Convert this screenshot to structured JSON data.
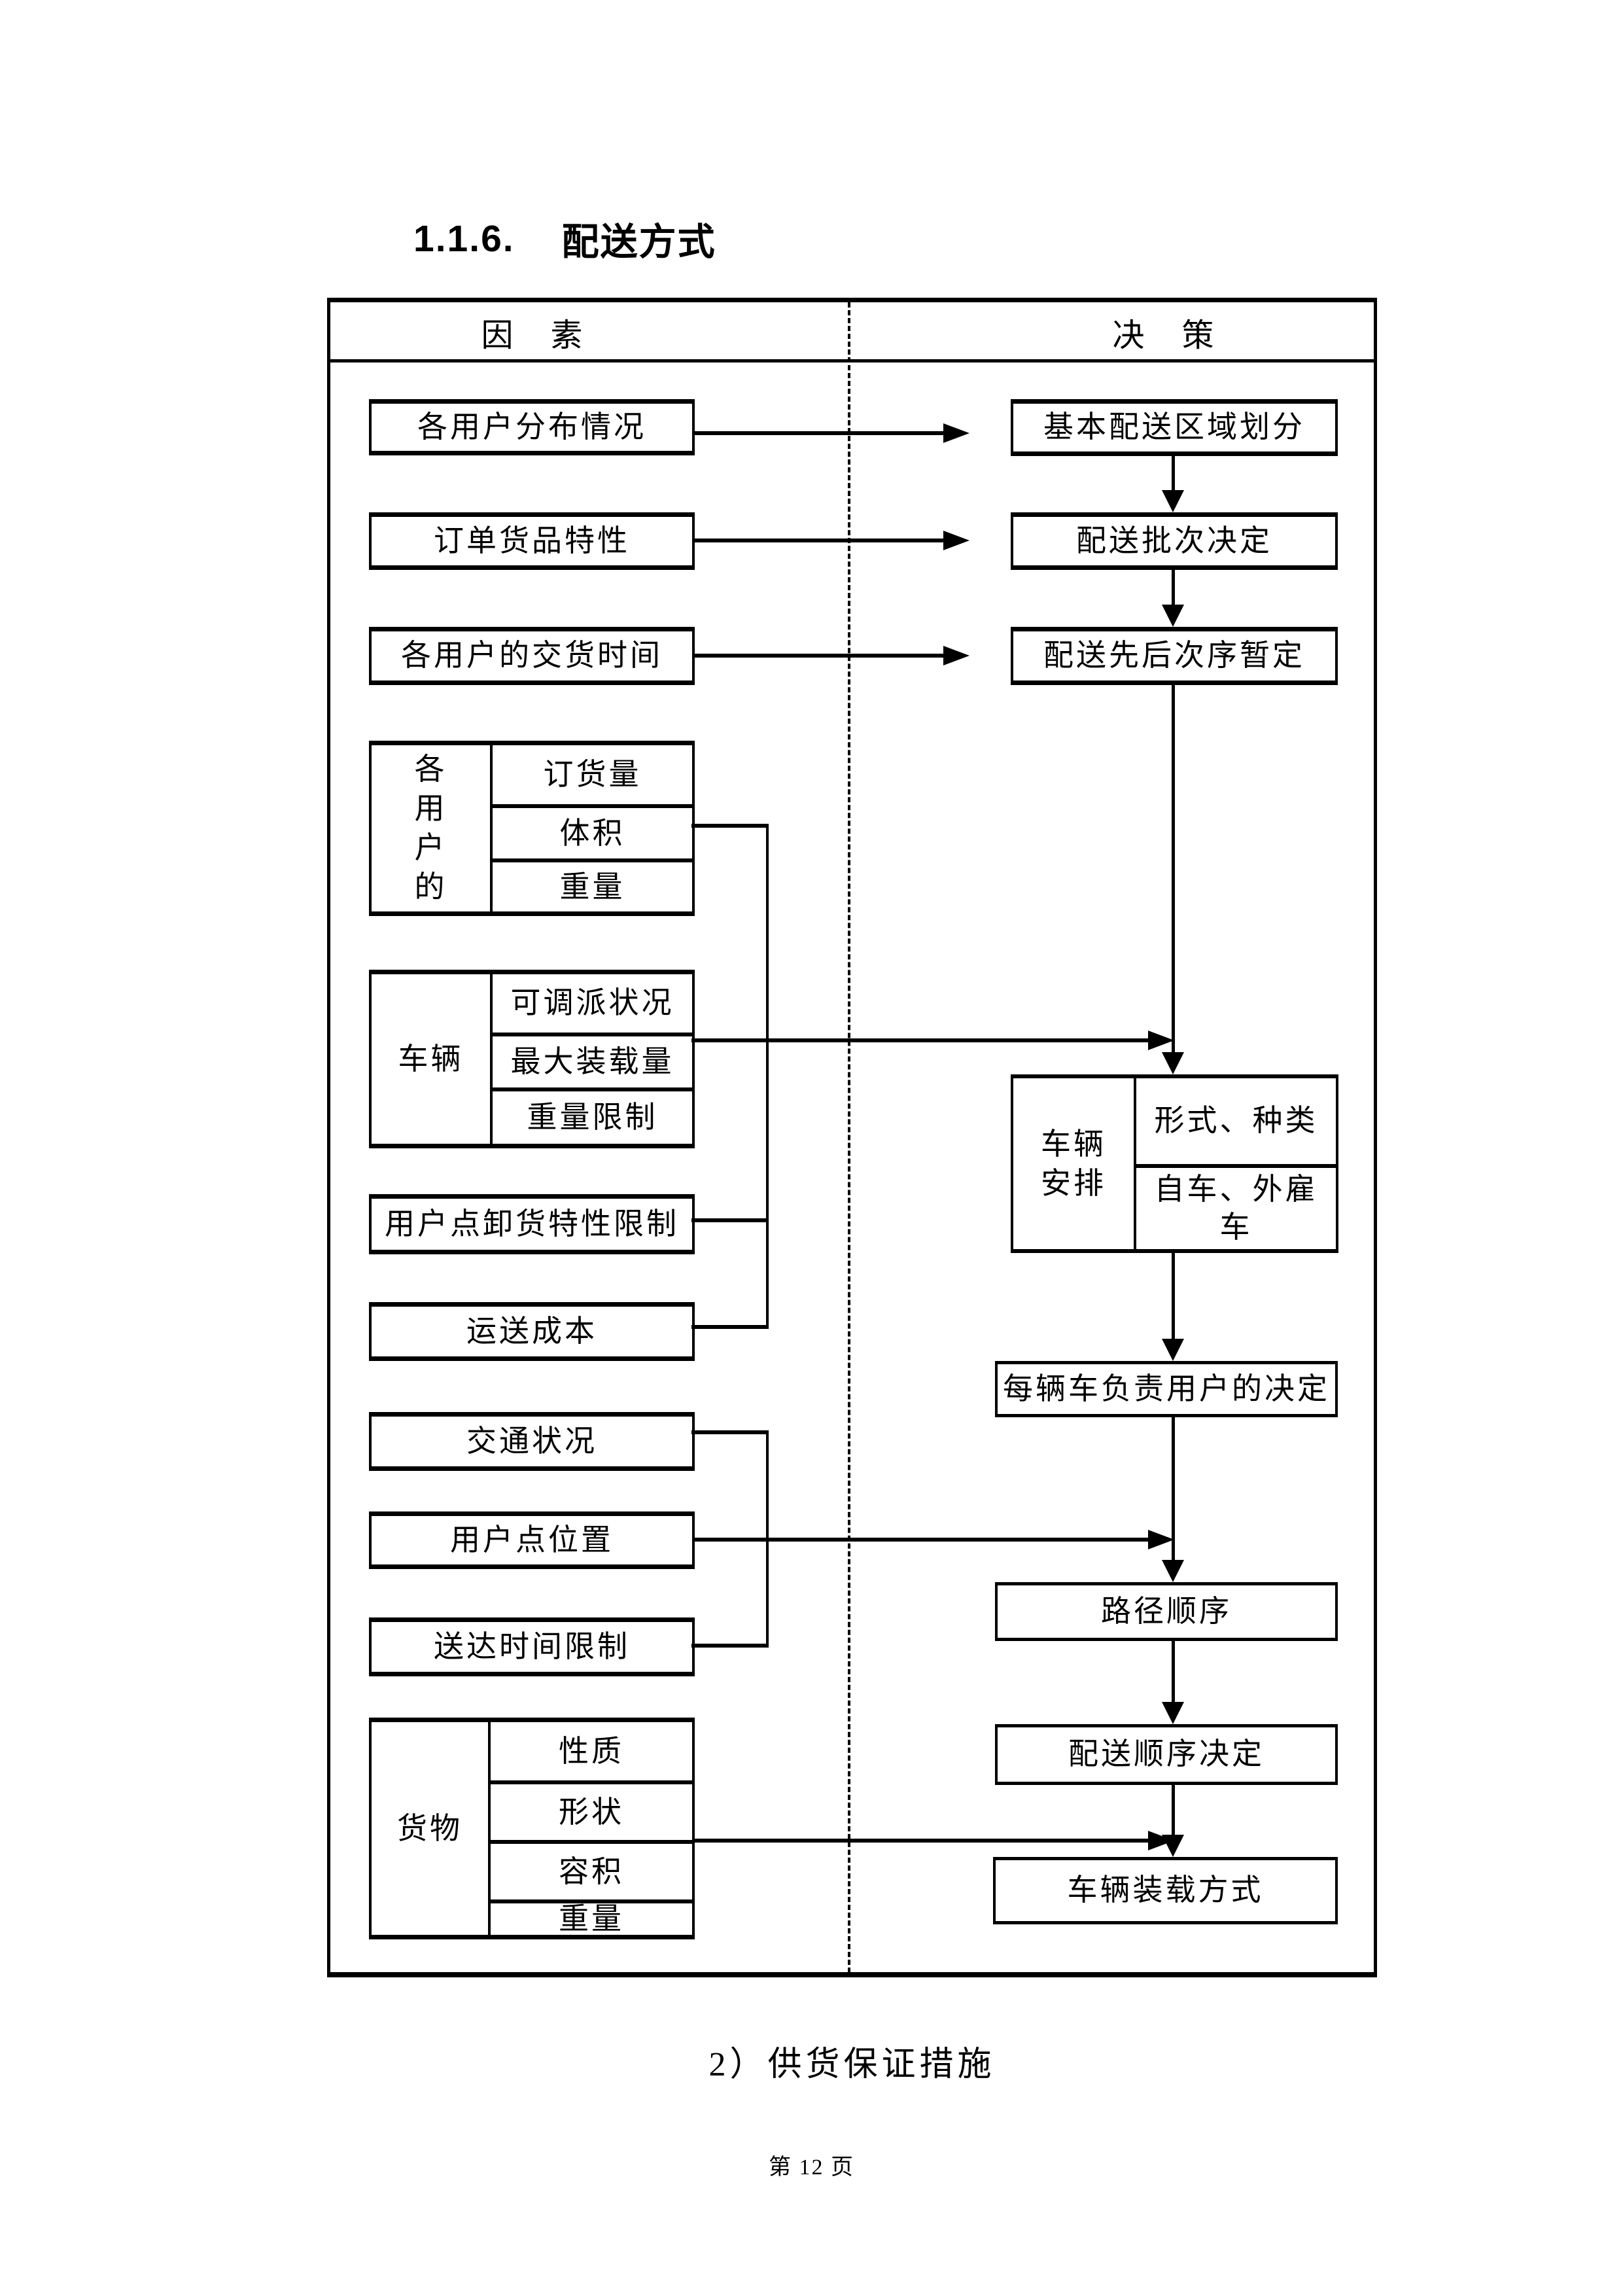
{
  "colors": {
    "ink": "#000000",
    "paper": "#ffffff"
  },
  "page": {
    "section_number": "1.1.6.",
    "section_title": "配送方式",
    "caption_below": "2）供货保证措施",
    "page_footer": "第 12 页"
  },
  "diagram": {
    "header": {
      "left": "因　素",
      "right": "决　策"
    },
    "factors": {
      "user_distribution": "各用户分布情况",
      "order_goods_traits": "订单货品特性",
      "delivery_times": "各用户的交货时间",
      "unloading_limits": "用户点卸货特性限制",
      "transport_cost": "运送成本",
      "traffic_conditions": "交通状况",
      "customer_locations": "用户点位置",
      "arrival_time_limits": "送达时间限制"
    },
    "factor_groups": {
      "per_user": {
        "label": "各用户的",
        "items": [
          "订货量",
          "体积",
          "重量"
        ]
      },
      "vehicles": {
        "label": "车辆",
        "items": [
          "可调派状况",
          "最大装载量",
          "重量限制"
        ]
      },
      "goods": {
        "label": "货物",
        "items": [
          "性质",
          "形状",
          "容积",
          "重量"
        ]
      }
    },
    "decisions": {
      "zone_division": "基本配送区域划分",
      "batch_decision": "配送批次决定",
      "sequence_tentative": "配送先后次序暂定",
      "vehicle_assignment": {
        "label": "车辆安排",
        "items": [
          "形式、种类",
          "自车、外雇车"
        ]
      },
      "per_vehicle_users": "每辆车负责用户的决定",
      "route_order": "路径顺序",
      "delivery_order": "配送顺序决定",
      "loading_method": "车辆装载方式"
    }
  }
}
